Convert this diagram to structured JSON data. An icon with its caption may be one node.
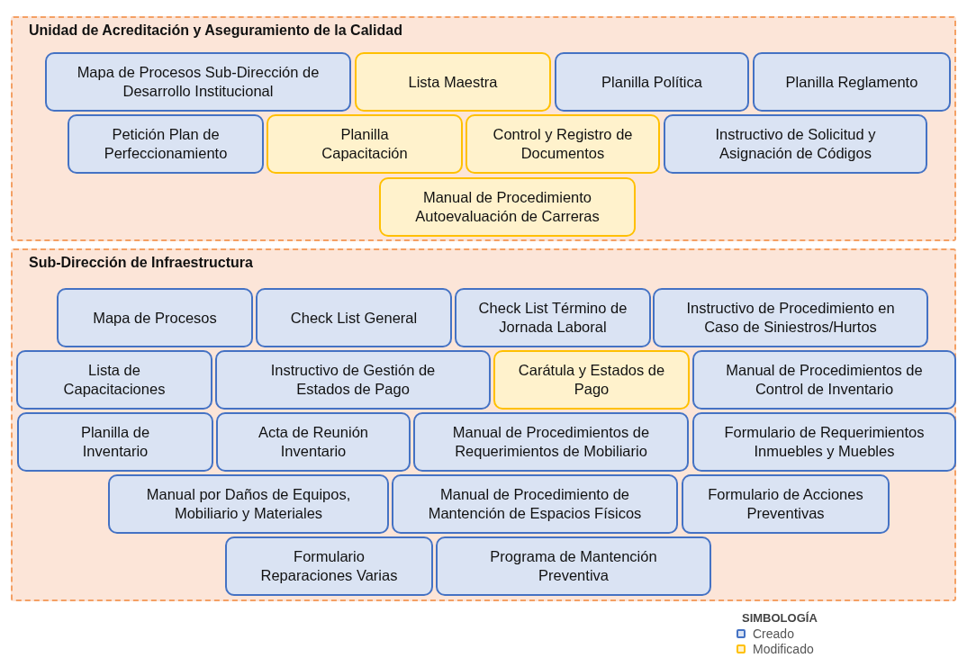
{
  "diagram": {
    "nodes": [
      {
        "text": [
          "Unidad de Acreditación y Aseguramiento de la Calidad"
        ]
      },
      {
        "text": [
          "Mapa de Procesos Sub-Dirección de Desarrollo Institucional"
        ],
        "in": 0
      },
      {
        "text": [
          "Lista Maestra"
        ],
        "in": 0
      },
      {
        "text": [
          "Planilla Política"
        ],
        "in": 0
      },
      {
        "text": [
          "Planilla Reglamento"
        ],
        "in": 0
      },
      {
        "text": [
          "Petición Plan de Perfeccionamiento"
        ],
        "in": 0
      },
      {
        "text": [
          "Planilla Capacitación"
        ],
        "in": 0
      },
      {
        "text": [
          "Control y Registro de Documentos"
        ],
        "in": 0
      },
      {
        "text": [
          "Instructivo de Solicitud y Asignación de Códigos"
        ],
        "in": 0
      },
      {
        "text": [
          "Manual de Procedimiento Autoevaluación de Carreras"
        ],
        "in": 0
      },
      {
        "text": [
          "Sub-Dirección de Infraestructura"
        ]
      },
      {
        "text": [
          "Mapa de Procesos"
        ],
        "in": 10
      },
      {
        "text": [
          "Check List General"
        ],
        "in": 10
      },
      {
        "text": [
          "Check List Término de Jornada Laboral"
        ],
        "in": 10
      },
      {
        "text": [
          "Instructivo de Procedimiento en Caso de Siniestros/Hurtos"
        ],
        "in": 10
      },
      {
        "text": [
          "Lista de Capacitaciones"
        ],
        "in": 10
      },
      {
        "text": [
          "Instructivo de Gestión de Estados de Pago"
        ],
        "in": 10
      },
      {
        "text": [
          "Carátula y Estados de Pago"
        ],
        "in": 10
      },
      {
        "text": [
          "Manual de Procedimientos de Control de Inventario"
        ],
        "in": 10
      },
      {
        "text": [
          "Planilla de Inventario"
        ],
        "in": 10
      },
      {
        "text": [
          "Acta de Reunión Inventario"
        ],
        "in": 10
      },
      {
        "text": [
          "Manual de Procedimientos de Requerimientos de Mobiliario"
        ],
        "in": 10
      },
      {
        "text": [
          "Formulario de Requerimientos Inmuebles y Muebles"
        ],
        "in": 10
      },
      {
        "text": [
          "Manual por Daños de Equipos, Mobiliario y Materiales"
        ],
        "in": 10
      },
      {
        "text": [
          "Manual de Procedimiento de Mantención de Espacios Físicos"
        ],
        "in": 10
      },
      {
        "text": [
          "Formulario de Acciones Preventivas"
        ],
        "in": 10
      },
      {
        "text": [
          "Formulario Reparaciones Varias"
        ],
        "in": 10
      },
      {
        "text": [
          "Programa de Mantención Preventiva"
        ],
        "in": 10
      }
    ],
    "labels": [
      "SIMBOLOGÍA"
    ],
    "legend": [
      {
        "text": "Creado",
        "color": "#dae3f3"
      },
      {
        "text": "Modificado",
        "color": "#fff2cc"
      }
    ]
  }
}
